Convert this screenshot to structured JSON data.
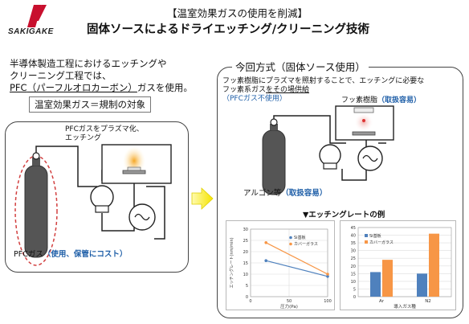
{
  "header": {
    "logo_text": "SAKIGAKE",
    "top_title": "【温室効果ガスの使用を削減】",
    "main_title": "固体ソースによるドライエッチング/クリーニング技術"
  },
  "left": {
    "intro_line1": "半導体製造工程におけるエッチングや",
    "intro_line2": "クリーニング工程では、",
    "intro_line3_a": "PFC",
    "intro_line3_b": "（パーフルオロカーボン）",
    "intro_line3_c": "ガスを使用。",
    "callout": "温室効果ガス＝規制の対象",
    "plasma_line1": "PFCガスをプラズマ化、",
    "plasma_line2": "エッチング",
    "gas_label_a": "PFCガス",
    "gas_label_b": "（使用、保管にコスト）"
  },
  "right": {
    "method_title": "今回方式（固体ソース使用）",
    "desc_line1": "フッ素樹脂にプラズマを照射することで、エッチングに必要な",
    "desc_line2_a": "フッ素系ガス",
    "desc_line2_b": "をその場供給",
    "no_pfc": "（PFCガス不使用）",
    "resin_a": "フッ素樹脂",
    "resin_b": "（取扱容易）",
    "argon_a": "アルゴン等",
    "argon_b": "（取扱容易）",
    "etch_rate_title": "▼エッチングレートの例"
  },
  "icons": {
    "arrow": "right-arrow-icon",
    "power": "ac-power-source-icon",
    "pump": "vacuum-pump-icon",
    "cylinder": "gas-cylinder-icon"
  },
  "colors": {
    "blue_text": "#1f5fa8",
    "series_blue": "#4f81bd",
    "series_orange": "#f79646",
    "arrow_yellow": "#f5e400",
    "plasma": "#f8c86a"
  },
  "chart_data": [
    {
      "type": "line",
      "x": [
        20,
        100
      ],
      "series": [
        {
          "name": "Si基板",
          "values": [
            16,
            9
          ],
          "color": "#4f81bd"
        },
        {
          "name": "カバーガラス",
          "values": [
            24,
            10
          ],
          "color": "#f79646"
        }
      ],
      "xlabel": "圧力(Pa)",
      "ylabel": "エッチングレート(nm/min)",
      "xlim": [
        0,
        100
      ],
      "ylim": [
        0,
        30
      ],
      "xticks": [
        0,
        50,
        100
      ],
      "yticks": [
        0,
        5,
        10,
        15,
        20,
        25,
        30
      ],
      "grid": true,
      "legend": "top-right"
    },
    {
      "type": "bar",
      "categories": [
        "Ar",
        "N2"
      ],
      "series": [
        {
          "name": "Si基板",
          "values": [
            16,
            15
          ],
          "color": "#4f81bd"
        },
        {
          "name": "カバーガラス",
          "values": [
            24,
            41
          ],
          "color": "#f79646"
        }
      ],
      "xlabel": "導入ガス種",
      "ylabel": "",
      "ylim": [
        0,
        45
      ],
      "yticks": [
        0,
        5,
        10,
        15,
        20,
        25,
        30,
        35,
        40,
        45
      ],
      "grid": true,
      "legend": "top-left"
    }
  ]
}
